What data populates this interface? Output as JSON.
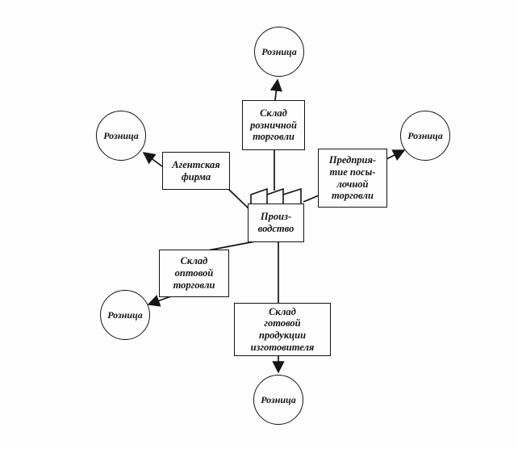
{
  "diagram": {
    "center": {
      "label": "Произ-\nводство"
    },
    "intermediaries": {
      "retail_warehouse": {
        "label": "Склад\nрозничной\nторговли"
      },
      "agency_firm": {
        "label": "Агентская\nфирма"
      },
      "mail_order_enterprise": {
        "label": "Предприя-\nтие посы-\nлочной\nторговли"
      },
      "wholesale_warehouse": {
        "label": "Склад\nоптовой\nторговли"
      },
      "manufacturer_warehouse": {
        "label": "Склад\nготовой\nпродукции\nизготовителя"
      }
    },
    "retail_nodes": {
      "top": {
        "label": "Розница"
      },
      "left_upper": {
        "label": "Розница"
      },
      "right": {
        "label": "Розница"
      },
      "left_lower": {
        "label": "Розница"
      },
      "bottom": {
        "label": "Розница"
      }
    },
    "colors": {
      "stroke": "#141414",
      "background": "#fdfdfd"
    }
  }
}
